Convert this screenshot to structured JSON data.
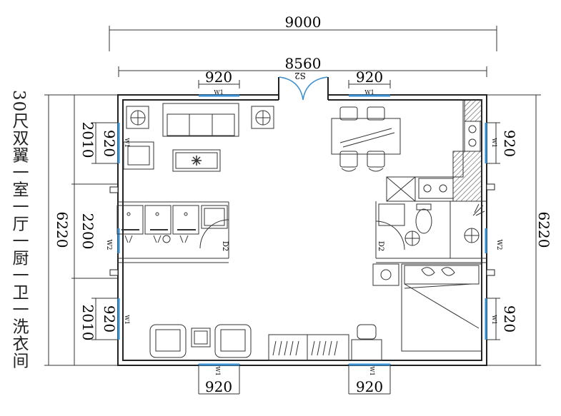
{
  "title": "30尺双翼一室一厅一厨一卫一洗衣间",
  "dimensions": {
    "overall_width": "9000",
    "inner_width": "8560",
    "overall_height_left": "6220",
    "overall_height_right": "6220",
    "left_segments": [
      "2010",
      "2200",
      "2010"
    ],
    "top_window_left": "920",
    "top_window_right": "920",
    "bottom_window_left": "920",
    "bottom_window_right": "920",
    "left_window_top": "920",
    "left_window_bottom": "920",
    "right_window_top": "920",
    "right_window_bottom": "920"
  },
  "labels": {
    "window": "W1",
    "window2": "W2",
    "door_main": "S2",
    "door_laundry": "D2",
    "door_bath": "D2"
  },
  "colors": {
    "wall": "#222222",
    "window": "#3a8fd0",
    "line": "#333333"
  }
}
